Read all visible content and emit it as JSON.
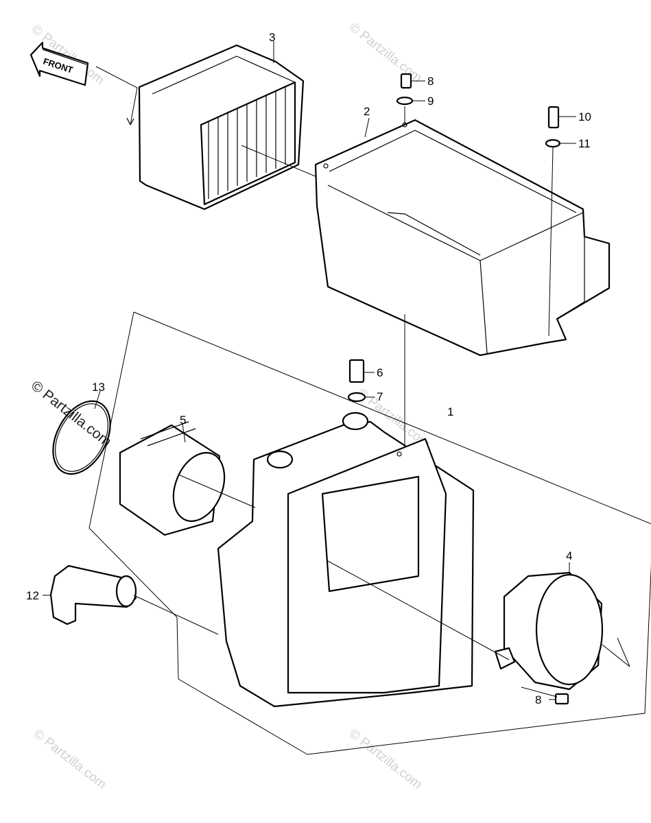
{
  "diagram": {
    "front_label": "FRONT",
    "watermark": "© Partzilla.com",
    "callouts": {
      "c1": "1",
      "c2": "2",
      "c3": "3",
      "c4": "4",
      "c5": "5",
      "c6": "6",
      "c7": "7",
      "c8a": "8",
      "c8b": "8",
      "c9": "9",
      "c10": "10",
      "c11": "11",
      "c12": "12",
      "c13": "13"
    }
  }
}
